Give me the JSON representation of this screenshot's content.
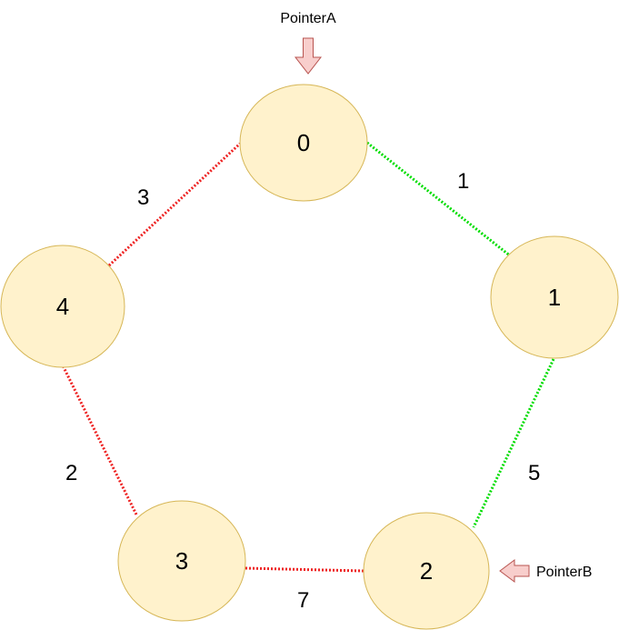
{
  "nodes": [
    {
      "id": "0",
      "label": "0"
    },
    {
      "id": "1",
      "label": "1"
    },
    {
      "id": "2",
      "label": "2"
    },
    {
      "id": "3",
      "label": "3"
    },
    {
      "id": "4",
      "label": "4"
    }
  ],
  "edges": [
    {
      "from": "0",
      "to": "1",
      "weight": "1",
      "color": "#00dd00"
    },
    {
      "from": "1",
      "to": "2",
      "weight": "5",
      "color": "#00dd00"
    },
    {
      "from": "2",
      "to": "3",
      "weight": "7",
      "color": "#ee2222"
    },
    {
      "from": "3",
      "to": "4",
      "weight": "2",
      "color": "#ee2222"
    },
    {
      "from": "4",
      "to": "0",
      "weight": "3",
      "color": "#ee2222"
    }
  ],
  "pointers": {
    "a": {
      "label": "PointerA",
      "target": "0"
    },
    "b": {
      "label": "PointerB",
      "target": "2"
    }
  },
  "colors": {
    "node_fill": "#fff2cc",
    "node_stroke": "#d6b656",
    "arrow_fill": "#f8cecc",
    "arrow_stroke": "#b85450"
  }
}
